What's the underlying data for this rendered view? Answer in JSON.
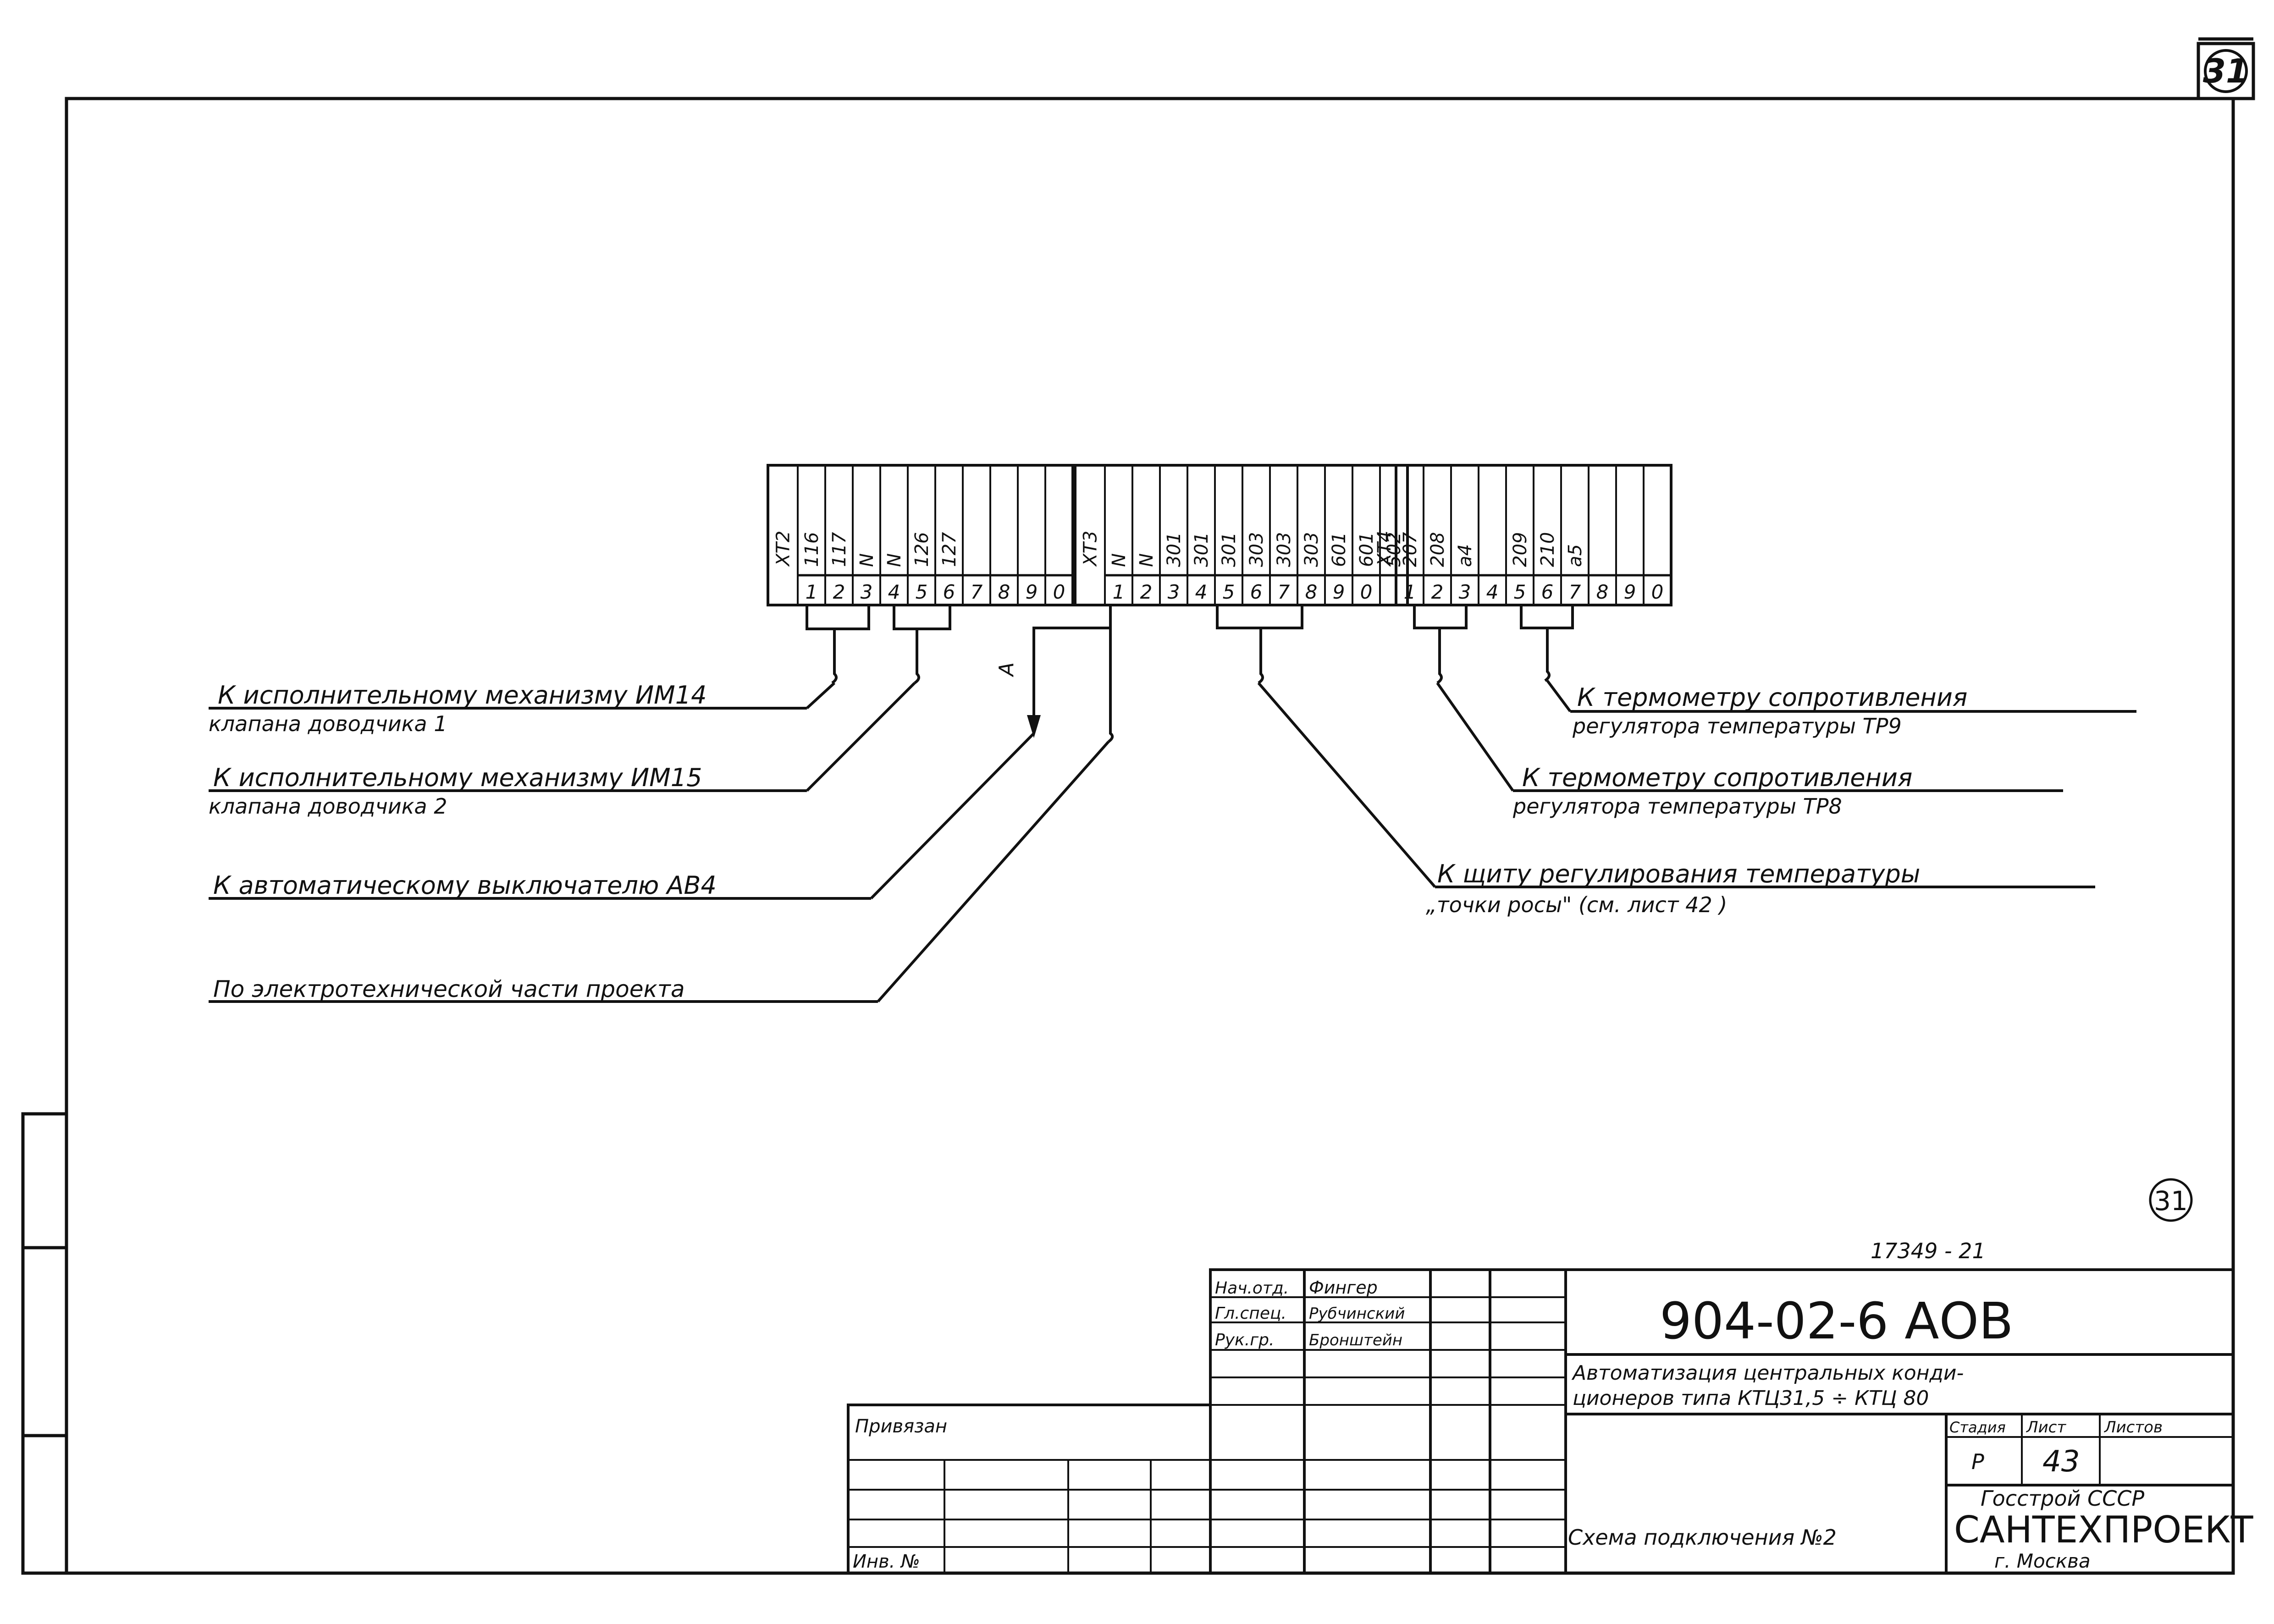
{
  "sheet": {
    "corner_number": "31",
    "stamp_number": "31",
    "inventory_code": "17349 - 21"
  },
  "strips": [
    {
      "id": "XT2",
      "head": "XT2",
      "wires": [
        "116",
        "117",
        "N",
        "N",
        "126",
        "127",
        "",
        "",
        ""
      ],
      "numbers": [
        "1",
        "2",
        "3",
        "4",
        "5",
        "6",
        "7",
        "8",
        "9",
        "0"
      ]
    },
    {
      "id": "XT3",
      "head": "XT3",
      "wires": [
        "N",
        "N",
        "301",
        "301",
        "301",
        "303",
        "303",
        "303",
        "601",
        "601",
        "502"
      ],
      "numbers": [
        "1",
        "2",
        "3",
        "4",
        "5",
        "6",
        "7",
        "8",
        "9",
        "0"
      ]
    },
    {
      "id": "XT4",
      "head": "XT4",
      "wires": [
        "207",
        "208",
        "a4",
        "",
        "209",
        "210",
        "a5",
        "",
        "",
        ""
      ],
      "numbers": [
        "1",
        "2",
        "3",
        "4",
        "5",
        "6",
        "7",
        "8",
        "9",
        "0"
      ]
    }
  ],
  "arrow_label": "A",
  "connections": [
    {
      "line1": "К исполнительному  механизму ИМ14",
      "line2": "клапана  доводчика          1"
    },
    {
      "line1": "К исполнительному  механизму ИМ15",
      "line2": "клапана  доводчика          2"
    },
    {
      "line1": "К автоматическому  выключателю АВ4",
      "line2": ""
    },
    {
      "line1": "По электротехнической    части проекта",
      "line2": ""
    },
    {
      "line1": "К термометру   сопротивления",
      "line2": "регулятора  температуры ТР9"
    },
    {
      "line1": "К термометру   сопротивления",
      "line2": "регулятора  температуры ТР8"
    },
    {
      "line1": "К щиту  регулирования  температуры",
      "line2": "„точки росы\"      (см. лист   42     )"
    }
  ],
  "title_block": {
    "roles": [
      {
        "role": "Нач.отд.",
        "name": "Фингер"
      },
      {
        "role": "Гл.спец.",
        "name": "Рубчинский"
      },
      {
        "role": "Рук.гр.",
        "name": "Бронштейн"
      }
    ],
    "doc_code": "904-02-6   АОВ",
    "project_title_1": "Автоматизация  центральных  конди-",
    "project_title_2": "ционеров  типа      КТЦ31,5 ÷ КТЦ 80",
    "stage_header": "Стадия",
    "sheet_header": "Лист",
    "sheets_header": "Листов",
    "stage": "Р",
    "sheet": "43",
    "sheets": "",
    "drawing_title": "Схема подключения №2",
    "org_1": "Госстрой  СССР",
    "org_2": "САНТЕХПРОЕКТ",
    "org_3": "г. Москва",
    "binding_label": "Привязан",
    "inv_label": "Инв. №"
  }
}
